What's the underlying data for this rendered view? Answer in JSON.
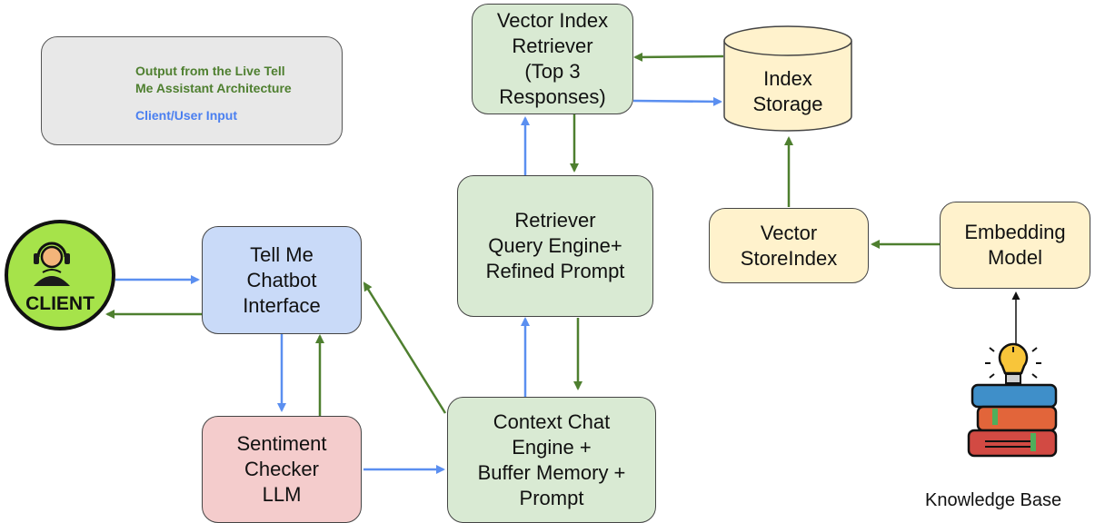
{
  "legend": {
    "output_label": "Output from the Live Tell\nMe Assistant Architecture",
    "input_label": "Client/User Input"
  },
  "colors": {
    "output_arrow": "#4e7f2f",
    "input_arrow": "#5b8ff0",
    "output_text": "#4e7f2f",
    "input_text": "#4a7ff0",
    "client_fill": "#a6e34a"
  },
  "client": {
    "label": "CLIENT",
    "icon": "headset-user-icon"
  },
  "nodes": {
    "vector_retriever": "Vector Index\nRetriever\n(Top 3\nResponses)",
    "index_storage": "Index\nStorage",
    "retriever_engine": "Retriever\nQuery Engine+\nRefined Prompt",
    "chatbot": "Tell Me\nChatbot\nInterface",
    "sentiment": "Sentiment\nChecker\nLLM",
    "context_engine": "Context Chat\nEngine +\nBuffer Memory +\nPrompt",
    "vector_store": "Vector\nStoreIndex",
    "embedding": "Embedding\nModel"
  },
  "knowledge_base": {
    "label": "Knowledge Base",
    "icon": "books-lightbulb-icon"
  }
}
